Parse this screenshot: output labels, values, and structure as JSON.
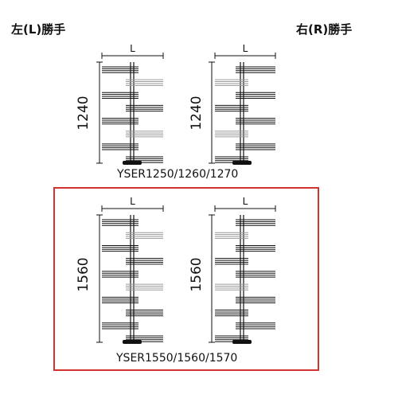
{
  "labels": {
    "left_hand": "左(L)勝手",
    "right_hand": "右(R)勝手"
  },
  "groups": [
    {
      "model": "YSER1250/1260/1270",
      "height": "1240",
      "width_label": "L",
      "highlighted": false
    },
    {
      "model": "YSER1550/1560/1570",
      "height": "1560",
      "width_label": "L",
      "highlighted": true
    }
  ],
  "colors": {
    "highlight_border": "#d3332f",
    "line": "#111111",
    "gray_bar": "#9a9a9a"
  }
}
